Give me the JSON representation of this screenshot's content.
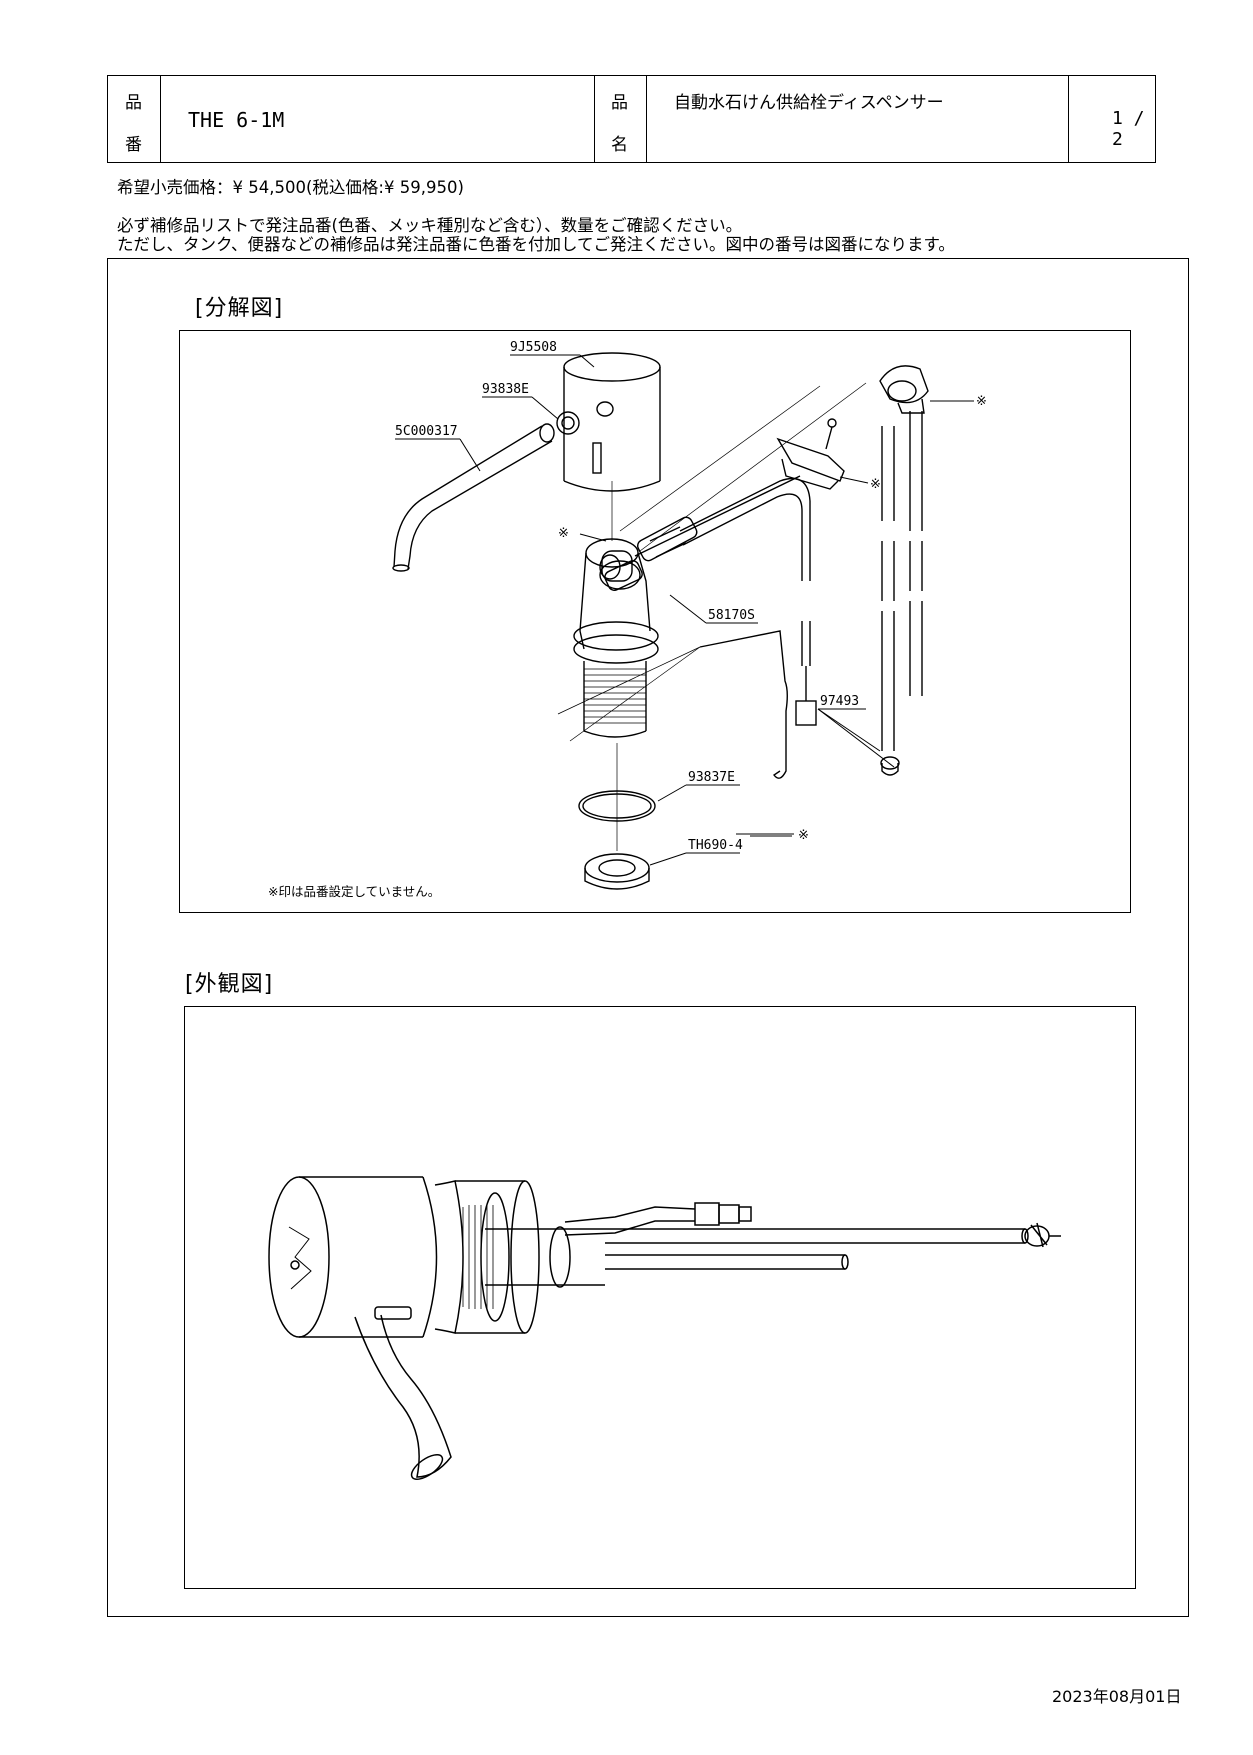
{
  "header": {
    "code_label_1": "品",
    "code_label_2": "番",
    "product_code": "THE 6-1M",
    "name_label_1": "品",
    "name_label_2": "名",
    "product_name": "自動水石けん供給栓ディスペンサー",
    "page": "1 / 2"
  },
  "price_line": "希望小売価格：¥ 54,500(税込価格:¥ 59,950)",
  "notes": [
    "必ず補修品リストで発注品番(色番、メッキ種別など含む）、数量をご確認ください。",
    "ただし、タンク、便器などの補修品は発注品番に色番を付加してご発注ください。図中の番号は図番になります。"
  ],
  "exploded": {
    "title": "[分解図]",
    "parts": [
      "9J5508",
      "93838E",
      "5C000317",
      "58170S",
      "97493",
      "93837E",
      "TH690-4"
    ],
    "mark": "※",
    "footnote": "※印は品番設定していません。"
  },
  "exterior": {
    "title": "[外観図]"
  },
  "date": "2023年08月01日"
}
